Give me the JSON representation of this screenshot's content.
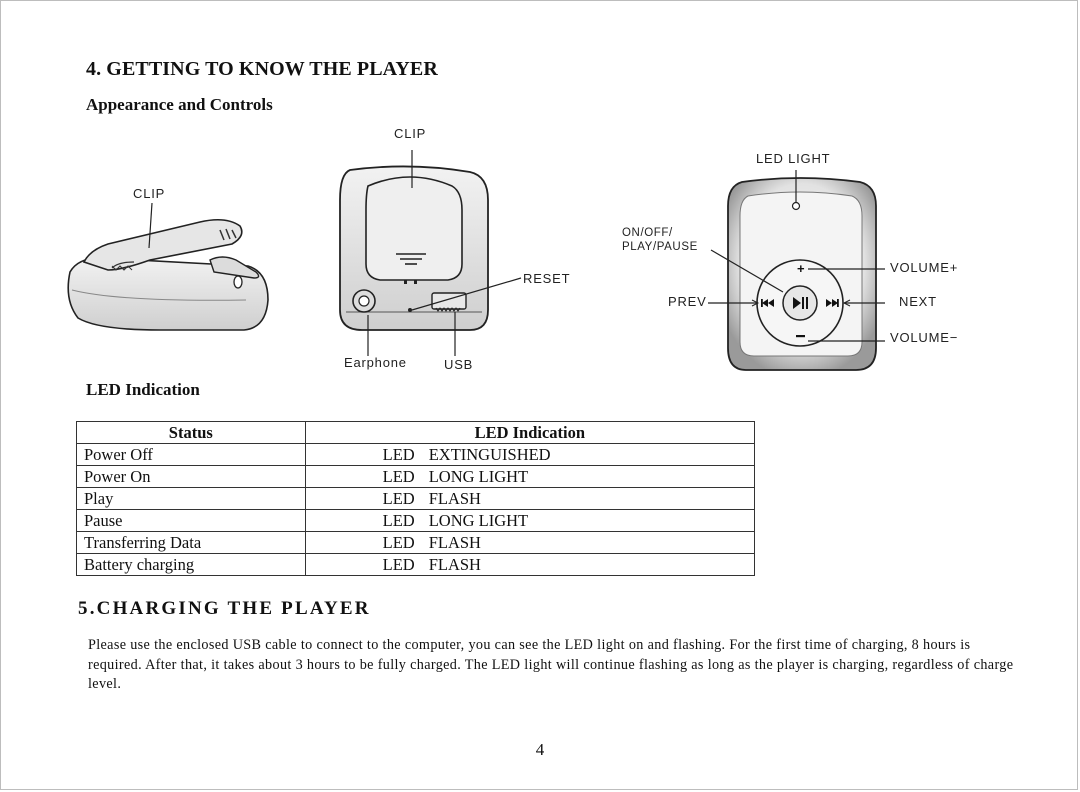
{
  "section4": {
    "title": "4. GETTING TO KNOW THE PLAYER",
    "appearance_heading": "Appearance and Controls",
    "led_heading": "LED Indication"
  },
  "diagram_labels": {
    "clip_side": "CLIP",
    "clip_back": "CLIP",
    "reset": "RESET",
    "earphone": "Earphone",
    "usb": "USB",
    "led_light": "LED LIGHT",
    "onoff_line1": "ON/OFF/",
    "onoff_line2": "PLAY/PAUSE",
    "volume_plus": "VOLUME+",
    "prev": "PREV",
    "next": "NEXT",
    "volume_minus": "VOLUME−"
  },
  "led_table": {
    "headers": [
      "Status",
      "LED Indication"
    ],
    "rows": [
      {
        "status": "Power Off",
        "led_word": "LED",
        "state": "EXTINGUISHED"
      },
      {
        "status": "Power On",
        "led_word": "LED",
        "state": "LONG LIGHT"
      },
      {
        "status": "Play",
        "led_word": "LED",
        "state": "FLASH"
      },
      {
        "status": "Pause",
        "led_word": "LED",
        "state": "LONG LIGHT"
      },
      {
        "status": "Transferring Data",
        "led_word": "LED",
        "state": "FLASH"
      },
      {
        "status": "Battery charging",
        "led_word": "LED",
        "state": "FLASH"
      }
    ]
  },
  "section5": {
    "title": "5.CHARGING THE PLAYER",
    "body": "Please use the enclosed USB cable to connect to the computer, you can see the LED light on and flashing. For the first time of charging, 8 hours is required. After that, it takes about 3 hours to be fully charged. The LED light will continue flashing as long as the player is charging, regardless of charge level."
  },
  "page_number": "4"
}
